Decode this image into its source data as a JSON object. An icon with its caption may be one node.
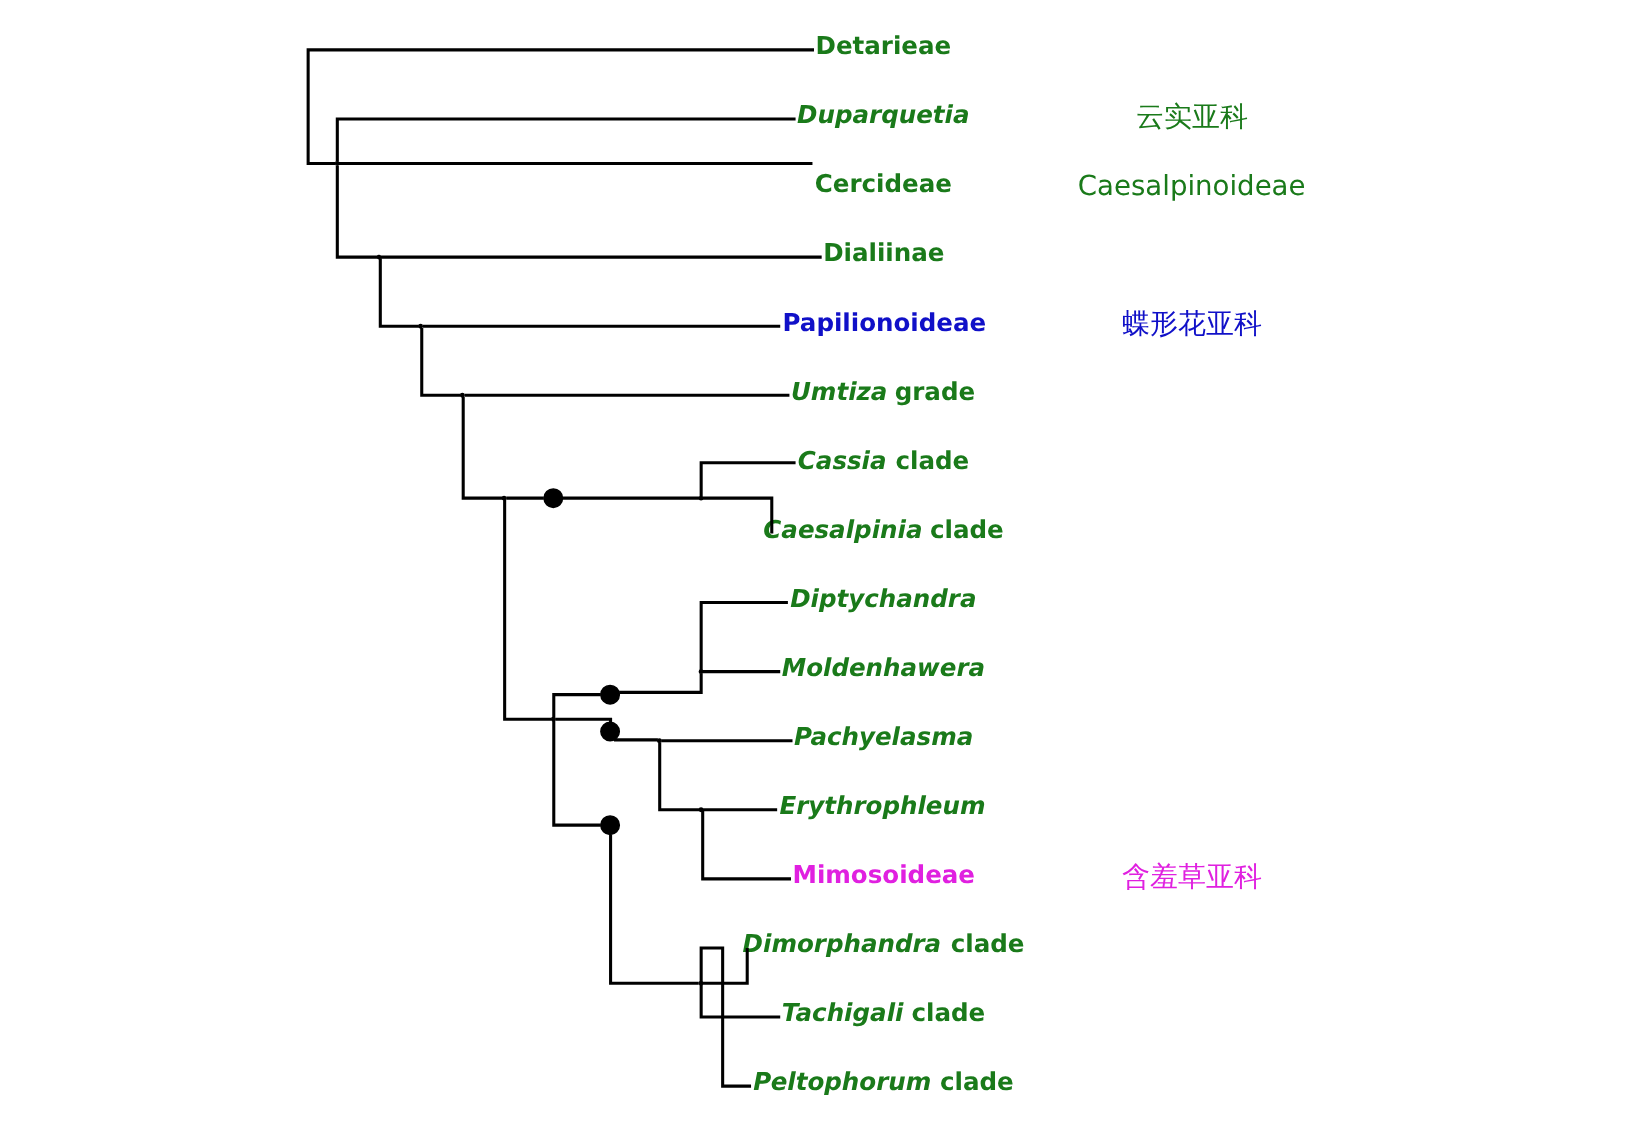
{
  "diagram": {
    "nodes": [
      {
        "text": [
          "Detarieae"
        ]
      },
      {
        "text": [
          "Duparquetia"
        ]
      },
      {
        "text": [
          "Cercideae"
        ]
      },
      {
        "text": [
          "Dialiinae"
        ]
      },
      {
        "text": [
          "Papilionoideae"
        ]
      },
      {
        "text": [
          "*Umtiza* grade"
        ]
      },
      {
        "text": [
          "*Cassia* clade"
        ]
      },
      {
        "text": [
          "*Caesalpinia* clade"
        ]
      },
      {
        "text": [
          "Diptychandra"
        ]
      },
      {
        "text": [
          "Moldenhawera"
        ]
      },
      {
        "text": [
          "Pachyelasma"
        ]
      },
      {
        "text": [
          "Erythrophleum"
        ]
      },
      {
        "text": [
          "Mimosoideae"
        ]
      },
      {
        "text": [
          "*Dimorphandra* clade"
        ]
      },
      {
        "text": [
          "*Tachigali* clade"
        ]
      },
      {
        "text": [
          "*Peltophorum* clade"
        ]
      },
      {
        "text": [],
        "shape": "point"
      },
      {
        "text": [],
        "shape": "point"
      },
      {
        "text": [],
        "shape": "point"
      },
      {
        "text": [],
        "shape": "point"
      },
      {
        "text": [],
        "shape": "point"
      },
      {
        "text": [],
        "shape": "point"
      },
      {
        "text": [],
        "shape": "circle"
      },
      {
        "text": [],
        "shape": "circle"
      },
      {
        "text": [],
        "shape": "circle"
      },
      {
        "text": [],
        "shape": "circle"
      },
      {
        "text": [],
        "shape": "point"
      },
      {
        "text": [],
        "shape": "point"
      },
      {
        "text": [],
        "shape": "point"
      },
      {
        "text": [],
        "shape": "point"
      },
      {
        "text": [],
        "shape": "point"
      }
    ],
    "edges": [
      {
        "from": 16,
        "to": 0,
        "arrow": "none"
      },
      {
        "from": 16,
        "to": 1,
        "arrow": "none"
      },
      {
        "from": 16,
        "to": 2,
        "arrow": "none"
      },
      {
        "from": 16,
        "to": 17,
        "arrow": "none"
      },
      {
        "from": 17,
        "to": 3,
        "arrow": "none"
      },
      {
        "from": 17,
        "to": 18,
        "arrow": "none"
      },
      {
        "from": 18,
        "to": 4,
        "arrow": "none"
      },
      {
        "from": 18,
        "to": 19,
        "arrow": "none"
      },
      {
        "from": 19,
        "to": 5,
        "arrow": "none"
      },
      {
        "from": 19,
        "to": 20,
        "arrow": "none"
      },
      {
        "from": 20,
        "to": 22,
        "arrow": "none"
      },
      {
        "from": 22,
        "to": 27,
        "arrow": "none"
      },
      {
        "from": 20,
        "to": 21,
        "arrow": "none"
      },
      {
        "from": 21,
        "to": 23,
        "arrow": "none"
      },
      {
        "from": 23,
        "to": 28,
        "arrow": "none"
      },
      {
        "from": 21,
        "to": 24,
        "arrow": "none"
      },
      {
        "from": 24,
        "to": 26,
        "arrow": "none"
      },
      {
        "from": 21,
        "to": 25,
        "arrow": "none"
      },
      {
        "from": 25,
        "to": 30,
        "arrow": "none"
      },
      {
        "from": 26,
        "to": 10,
        "arrow": "none"
      },
      {
        "from": 26,
        "to": 29,
        "arrow": "none"
      },
      {
        "from": 27,
        "to": 6,
        "arrow": "none"
      },
      {
        "from": 27,
        "to": 7,
        "arrow": "none"
      },
      {
        "from": 28,
        "to": 8,
        "arrow": "none"
      },
      {
        "from": 28,
        "to": 9,
        "arrow": "none"
      },
      {
        "from": 29,
        "to": 11,
        "arrow": "none"
      },
      {
        "from": 29,
        "to": 12,
        "arrow": "none"
      },
      {
        "from": 30,
        "to": 13,
        "arrow": "none"
      },
      {
        "from": 30,
        "to": 14,
        "arrow": "none"
      },
      {
        "from": 30,
        "to": 15,
        "arrow": "none"
      }
    ],
    "labels": [
      "云实亚科",
      "Caesalpinoideae",
      "蝶形花亚科",
      "含羞草亚科"
    ]
  }
}
